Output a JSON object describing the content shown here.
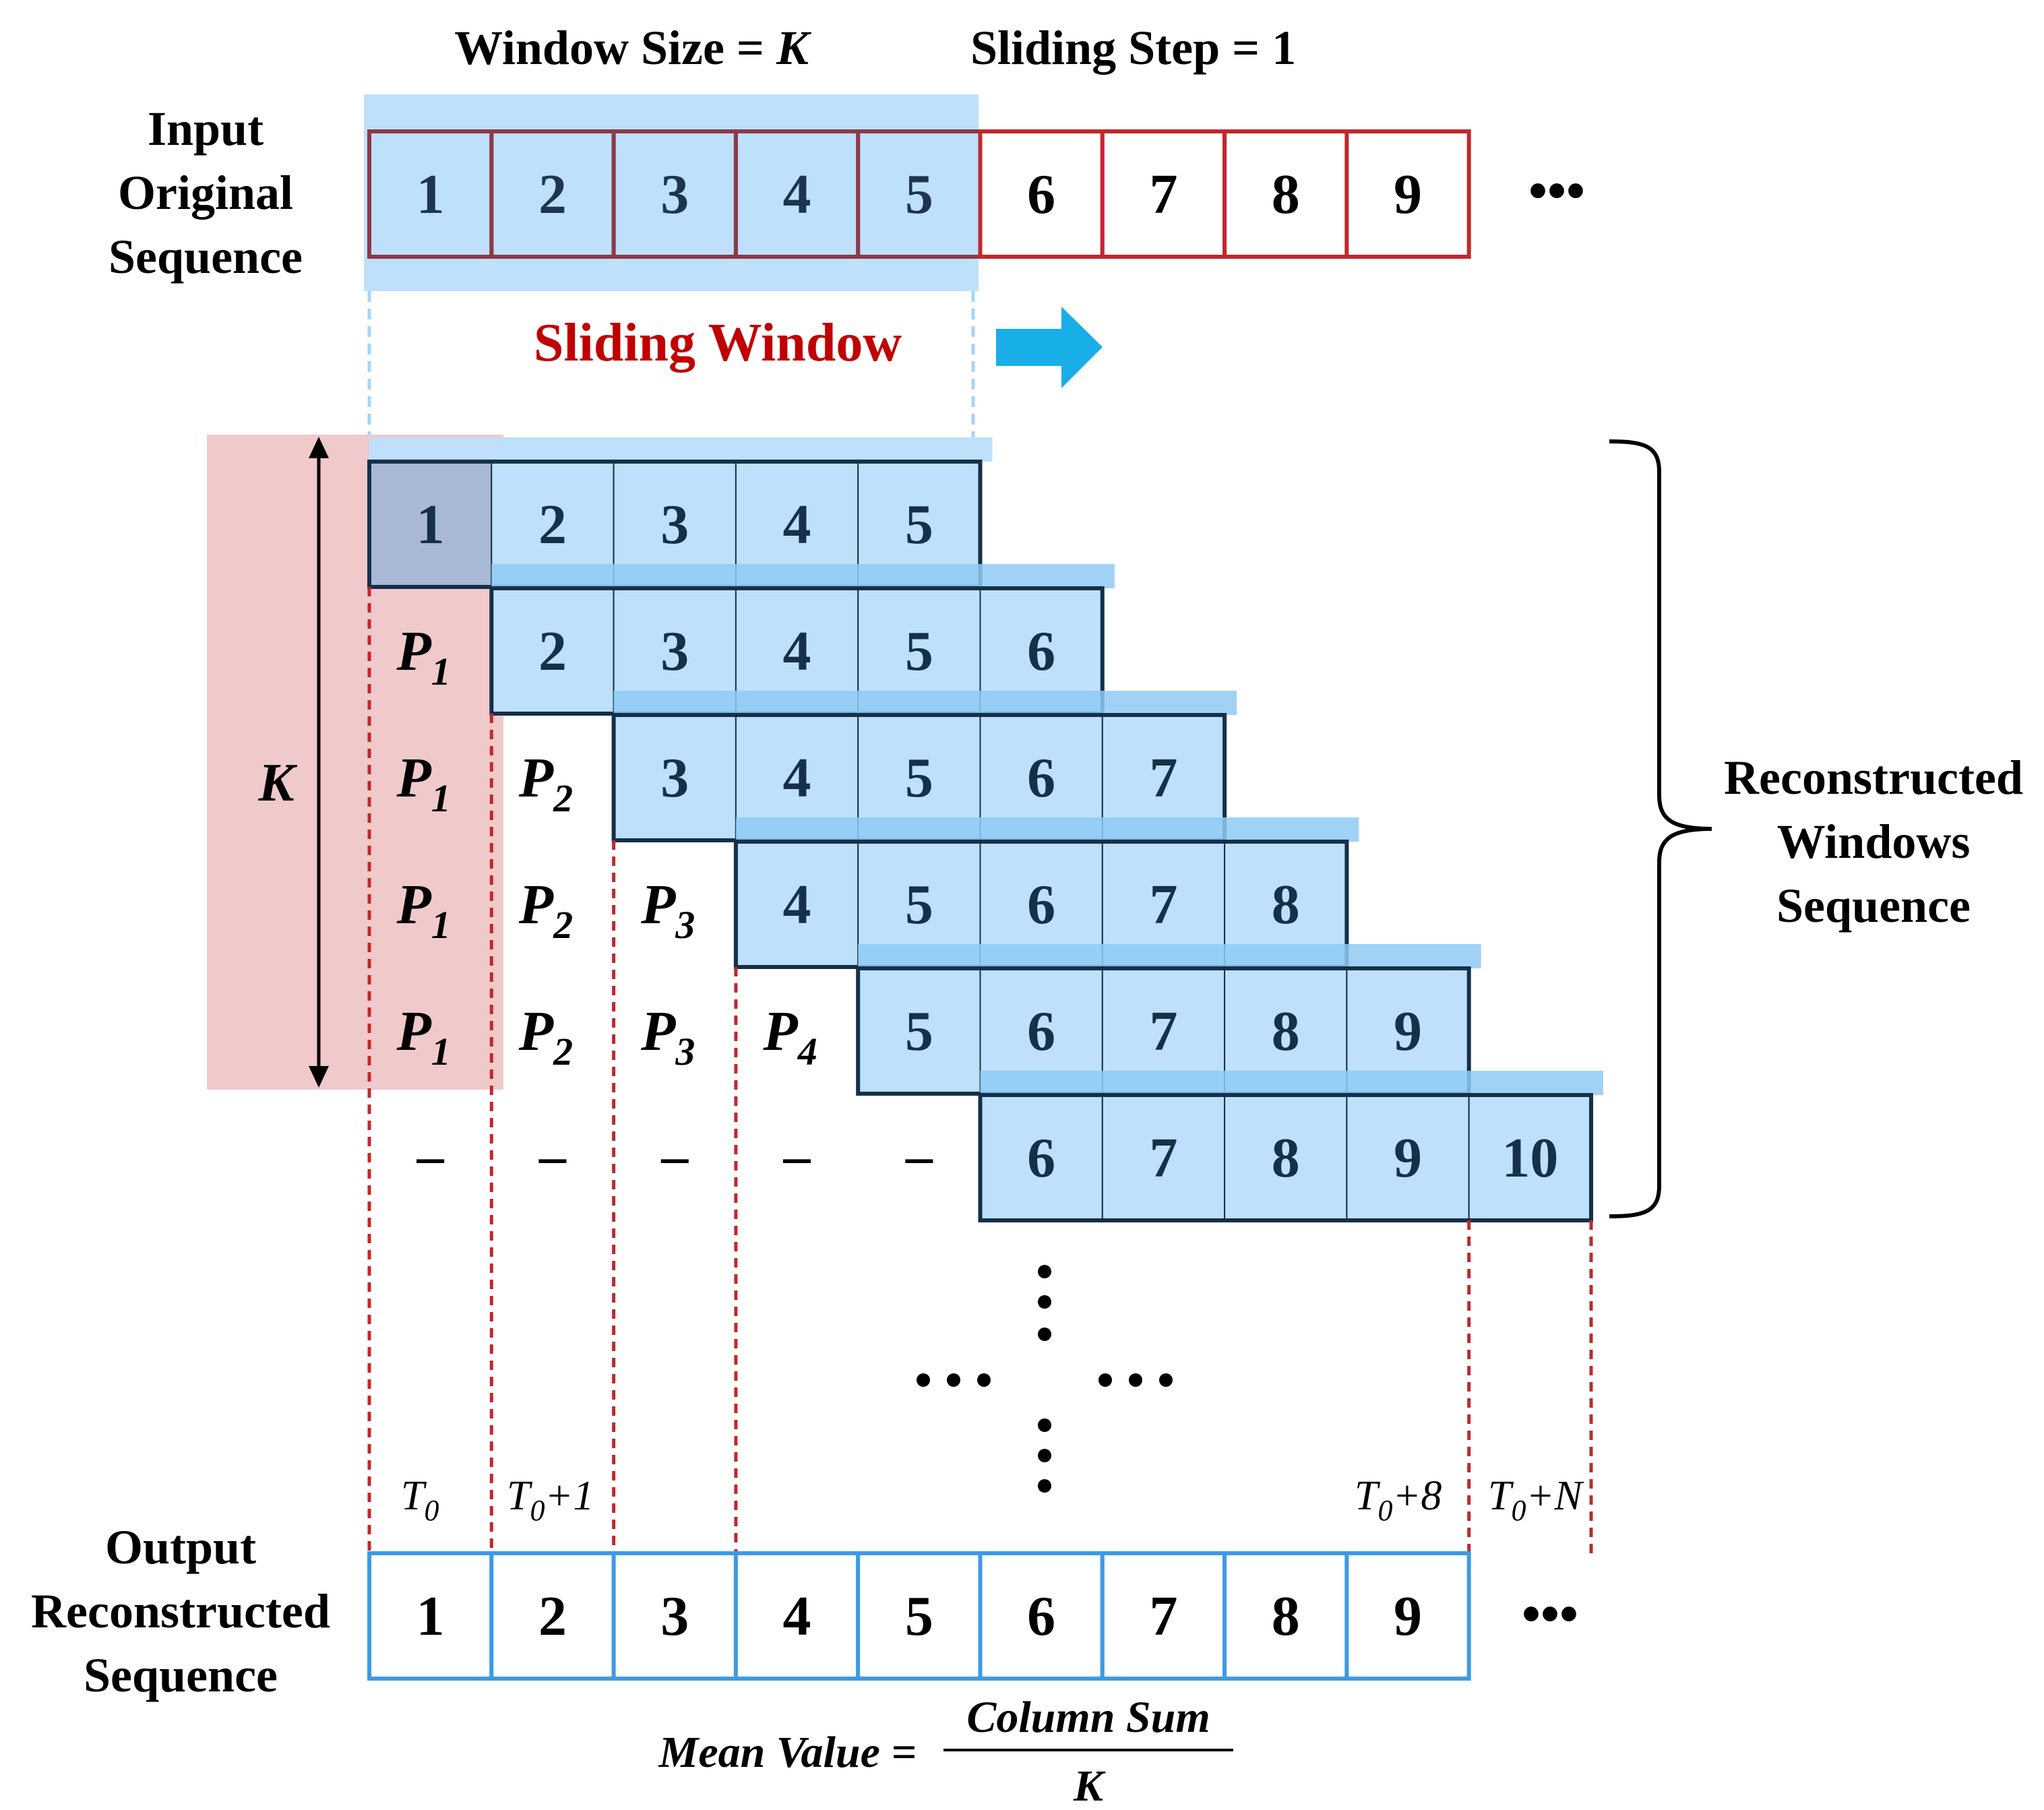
{
  "header": {
    "window_size_label": "Window Size = ",
    "window_size_symbol": "K",
    "sliding_step_label": "Sliding Step = 1"
  },
  "input": {
    "label_lines": [
      "Input",
      "Original",
      "Sequence"
    ],
    "cells": [
      "1",
      "2",
      "3",
      "4",
      "5",
      "6",
      "7",
      "8",
      "9"
    ],
    "ellipsis": "•••",
    "window_len": 5
  },
  "sliding_window": {
    "label": "Sliding Window"
  },
  "k_label": "K",
  "windows": [
    {
      "start": 0,
      "values": [
        "1",
        "2",
        "3",
        "4",
        "5"
      ]
    },
    {
      "start": 1,
      "values": [
        "2",
        "3",
        "4",
        "5",
        "6"
      ]
    },
    {
      "start": 2,
      "values": [
        "3",
        "4",
        "5",
        "6",
        "7"
      ]
    },
    {
      "start": 3,
      "values": [
        "4",
        "5",
        "6",
        "7",
        "8"
      ]
    },
    {
      "start": 4,
      "values": [
        "5",
        "6",
        "7",
        "8",
        "9"
      ]
    },
    {
      "start": 5,
      "values": [
        "6",
        "7",
        "8",
        "9",
        "10"
      ]
    }
  ],
  "padding": {
    "symbol": "P",
    "dash": "–",
    "rows": [
      [],
      [
        "1"
      ],
      [
        "1",
        "2"
      ],
      [
        "1",
        "2",
        "3"
      ],
      [
        "1",
        "2",
        "3",
        "4"
      ],
      [
        "–",
        "–",
        "–",
        "–",
        "–"
      ]
    ]
  },
  "reconstructed_label_lines": [
    "Reconstructed",
    "Windows",
    "Sequence"
  ],
  "time_labels": [
    {
      "base": "T",
      "sub": "0",
      "suffix": ""
    },
    {
      "base": "T",
      "sub": "0",
      "suffix": "+1"
    },
    {
      "base": "T",
      "sub": "0",
      "suffix": "+8"
    },
    {
      "base": "T",
      "sub": "0",
      "suffix": "+N"
    }
  ],
  "output": {
    "label_lines": [
      "Output",
      "Reconstructed",
      "Sequence"
    ],
    "cells": [
      "1",
      "2",
      "3",
      "4",
      "5",
      "6",
      "7",
      "8",
      "9"
    ],
    "ellipsis": "•••"
  },
  "formula": {
    "lhs": "Mean Value =",
    "numerator": "Column Sum",
    "denominator": "K"
  },
  "colors": {
    "input_border": "#c0282d",
    "window_fill": "#bfe0fb",
    "window_band": "#8fcaf4",
    "window_border": "#14304a",
    "pink_band": "#f0c9cb",
    "first_cell_fill": "#a9b8d6",
    "sliding_window_text": "#c00000",
    "arrow_fill": "#18aee8",
    "dashed_line": "#c0282d",
    "output_border": "#3d9ae4",
    "dash_guides": "#a8d4f6"
  }
}
